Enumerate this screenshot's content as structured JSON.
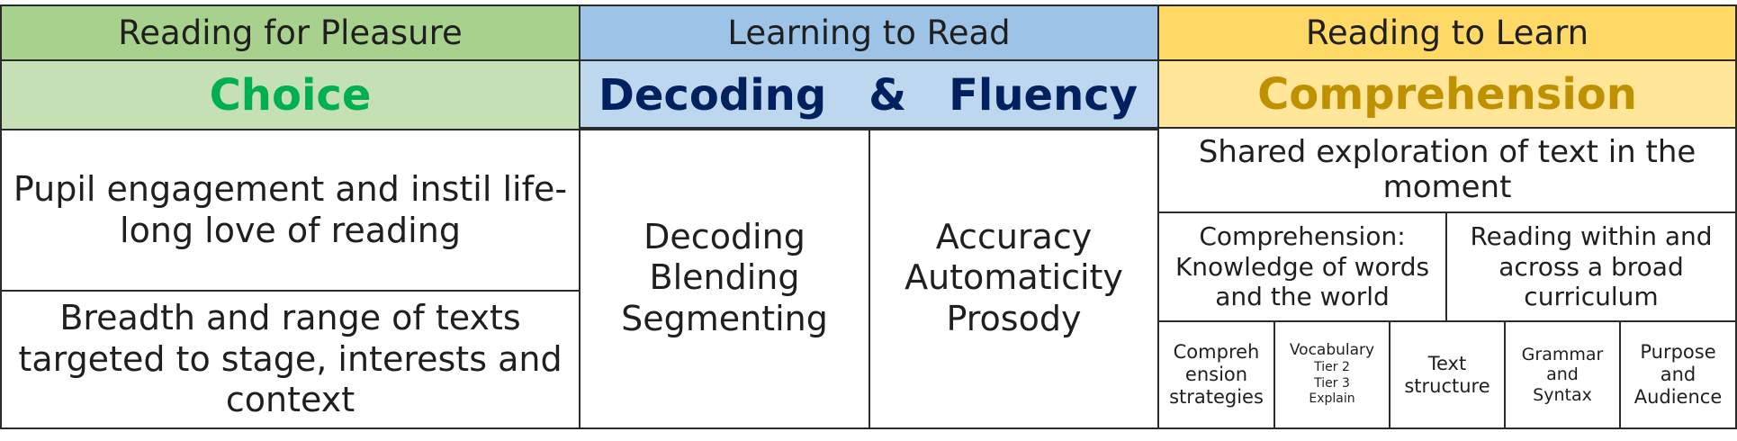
{
  "colors": {
    "pleasure_header_bg": "#a9d18e",
    "pleasure_sub_bg": "#c5e0b4",
    "pleasure_sub_text": "#00b050",
    "learning_header_bg": "#9dc3e6",
    "learning_sub_bg": "#bdd7ee",
    "learning_sub_text": "#002060",
    "learn_header_bg": "#ffd966",
    "learn_sub_bg": "#ffe699",
    "learn_sub_text": "#bf9000"
  },
  "pleasure": {
    "header": "Reading for Pleasure",
    "subheader": "Choice",
    "row1": "Pupil engagement and instil life-\nlong love of reading",
    "row2": "Breadth and range of texts\ntargeted to stage, interests and\ncontext"
  },
  "learning": {
    "header": "Learning to Read",
    "sub_word1": "Decoding",
    "sub_amp": "&",
    "sub_word2": "Fluency",
    "decoding": "Decoding\nBlending\nSegmenting",
    "fluency": "Accuracy\nAutomaticity\nProsody"
  },
  "learn": {
    "header": "Reading to Learn",
    "subheader": "Comprehension",
    "shared": "Shared exploration of text in the\nmoment",
    "knowledge": "Comprehension:\nKnowledge of words\nand the world",
    "curriculum": "Reading within and\nacross a broad\ncurriculum",
    "strategies": "Compreh\nension\nstrategies",
    "vocabulary": "Vocabulary",
    "vocab_detail": "Tier 2\nTier 3\nExplain",
    "structure": "Text\nstructure",
    "grammar": "Grammar\nand\nSyntax",
    "purpose": "Purpose\nand\nAudience"
  }
}
